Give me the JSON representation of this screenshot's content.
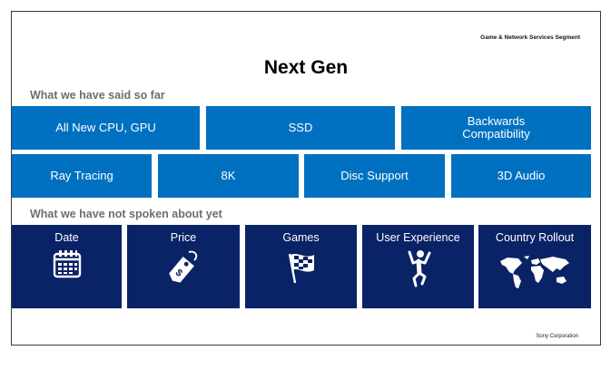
{
  "header": {
    "segment": "Game & Network Services Segment",
    "title": "Next Gen"
  },
  "said": {
    "heading": "What we have said so far",
    "row1": [
      "All New CPU, GPU",
      "SSD",
      "Backwards Compatibility"
    ],
    "row2": [
      "Ray Tracing",
      "8K",
      "Disc Support",
      "3D Audio"
    ]
  },
  "not_spoken": {
    "heading": "What we have not spoken about yet",
    "items": [
      {
        "label": "Date",
        "icon": "calendar-icon"
      },
      {
        "label": "Price",
        "icon": "price-tag-icon"
      },
      {
        "label": "Games",
        "icon": "checkered-flag-icon"
      },
      {
        "label": "User Experience",
        "icon": "person-jumping-icon"
      },
      {
        "label": "Country Rollout",
        "icon": "world-map-icon"
      }
    ]
  },
  "footer": {
    "company": "Sony Corporation"
  },
  "colors": {
    "blue": "#0070c0",
    "navy": "#0a2266",
    "heading_gray": "#6d6e70"
  }
}
